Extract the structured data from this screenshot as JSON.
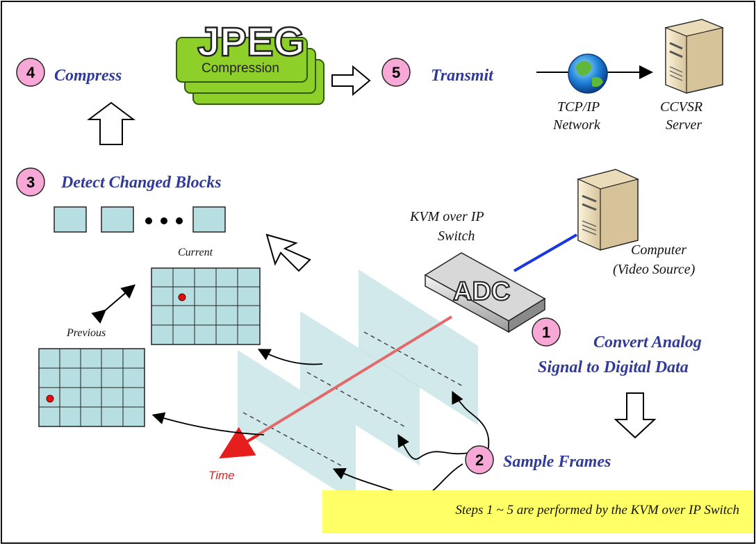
{
  "steps": {
    "s1": {
      "number": "1",
      "title_line1": "Convert Analog",
      "title_line2": "Signal to Digital Data"
    },
    "s2": {
      "number": "2",
      "title": "Sample Frames"
    },
    "s3": {
      "number": "3",
      "title": "Detect Changed Blocks"
    },
    "s4": {
      "number": "4",
      "title": "Compress"
    },
    "s5": {
      "number": "5",
      "title": "Transmit"
    }
  },
  "jpeg": {
    "logo": "JPEG",
    "caption": "Compression"
  },
  "network": {
    "line1": "TCP/IP",
    "line2": "Network"
  },
  "server": {
    "line1": "CCVSR",
    "line2": "Server"
  },
  "computer": {
    "line1": "Computer",
    "line2": "(Video Source)"
  },
  "kvm": {
    "line1": "KVM over IP",
    "line2": "Switch",
    "device_label": "ADC"
  },
  "frames": {
    "current": "Current",
    "previous": "Previous",
    "time": "Time"
  },
  "footnote": "Steps 1 ~ 5 are performed by the KVM over IP Switch",
  "icons": [
    "globe-icon",
    "server-tower-icon",
    "computer-tower-icon",
    "kvm-device-icon",
    "hollow-arrow-icon"
  ],
  "colors": {
    "badge": "#f7a8d6",
    "step_title": "#2f3a9c",
    "jpeg_green": "#8fcf2a",
    "frame_cell": "#b7dfe2",
    "time_axis": "#e63b2e",
    "link_blue": "#1a36e0",
    "footnote_bg": "#ffff66"
  }
}
